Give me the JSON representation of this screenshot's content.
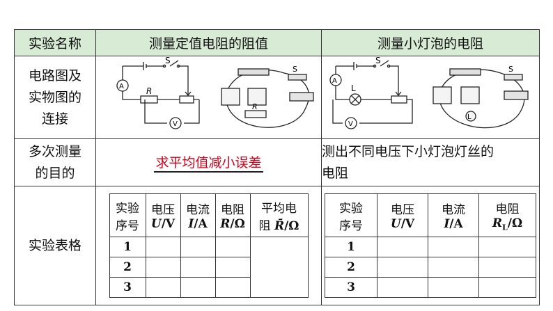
{
  "header": {
    "col1": "实验名称",
    "col2": "测量定值电阻的阻值",
    "col3": "测量小灯泡的电阻"
  },
  "row_circuit": {
    "label_line1": "电路图及",
    "label_line2": "实物图的",
    "label_line3": "连接",
    "left_diagram": {
      "switch": "S",
      "ammeter": "A",
      "resistor": "R",
      "voltmeter": "V",
      "photo_switch": "S",
      "photo_resistor": "R"
    },
    "right_diagram": {
      "switch": "S",
      "ammeter": "A",
      "lamp": "L",
      "voltmeter": "V",
      "photo_switch": "S",
      "photo_lamp": "L"
    }
  },
  "row_purpose": {
    "label_line1": "多次测量",
    "label_line2": "的目的",
    "left_text": "求平均值减小误差",
    "right_text_line1": "测出不同电压下小灯泡灯丝的",
    "right_text_line2": "电阻"
  },
  "row_table": {
    "label": "实验表格",
    "left_table": {
      "headers": [
        {
          "line1": "实验",
          "line2": "序号"
        },
        {
          "line1": "电压",
          "sym": "U",
          "unit": "/V"
        },
        {
          "line1": "电流",
          "sym": "I",
          "unit": "/A"
        },
        {
          "line1": "电阻",
          "sym": "R",
          "unit": "/Ω"
        },
        {
          "line1": "平均电",
          "line2_pre": "阻 ",
          "sym": "R̄",
          "unit": "/Ω"
        }
      ],
      "rows": [
        "1",
        "2",
        "3"
      ]
    },
    "right_table": {
      "headers": [
        {
          "line1": "实验",
          "line2": "序号"
        },
        {
          "line1": "电压",
          "sym": "U",
          "unit": "/V"
        },
        {
          "line1": "电流",
          "sym": "I",
          "unit": "/A"
        },
        {
          "line1": "电阻",
          "sym": "R",
          "sub": "L",
          "unit": "/Ω"
        }
      ],
      "rows": [
        "1",
        "2",
        "3"
      ]
    }
  }
}
